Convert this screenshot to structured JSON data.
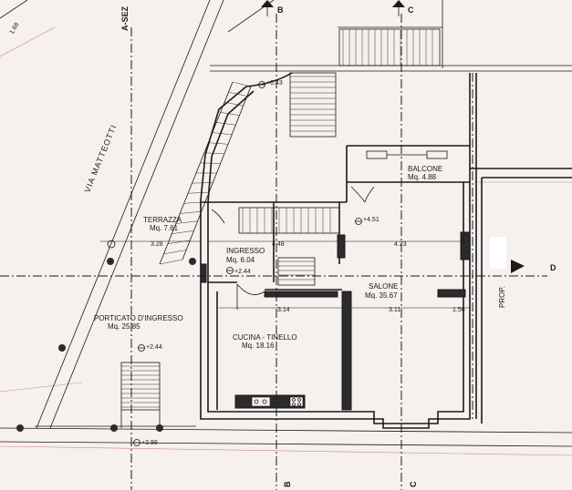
{
  "street": "VIA MATTEOTTI",
  "section_labels": {
    "a_top": "A-SEZ",
    "b_top": "B",
    "c_top": "C",
    "b_bottom": "B",
    "c_bottom": "C",
    "d_right": "D"
  },
  "rooms": {
    "terrazza": {
      "name": "TERRAZZA",
      "area": "Mq. 7.61"
    },
    "ingresso": {
      "name": "INGRESSO",
      "area": "Mq. 6.04"
    },
    "balcone": {
      "name": "BALCONE",
      "area": "Mq. 4.88"
    },
    "salone": {
      "name": "SALONE",
      "area": "Mq. 35.67"
    },
    "cucina": {
      "name": "CUCINA - TINELLO",
      "area": "Mq. 18.16"
    },
    "porticato": {
      "name": "PORTICATO D'INGRESSO",
      "area": "Mq. 25.85"
    }
  },
  "levels": {
    "top": "+0.43",
    "balcone": "+4.51",
    "ingresso": "+2.44",
    "porticato": "+2.44",
    "bottom": "+3.98"
  },
  "dimensions": {
    "d1": "3.28",
    "d2": "4.48",
    "d3": "4.23",
    "d4": "3.14",
    "d5": "3.11",
    "d6": "1.56"
  },
  "corner_label": "1.68",
  "neighbor": "PROP."
}
